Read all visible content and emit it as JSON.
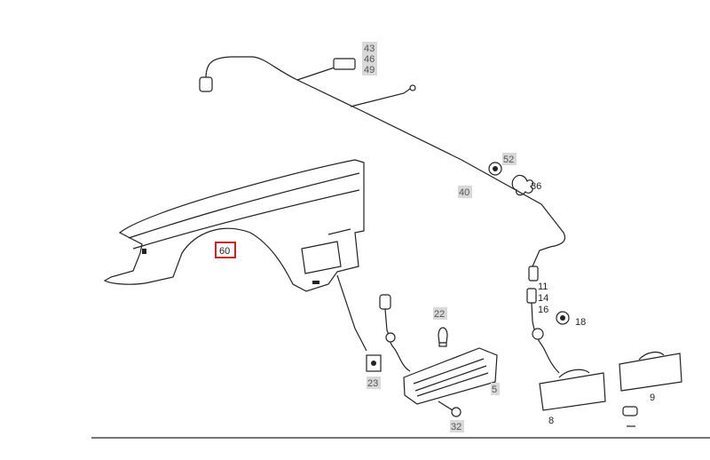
{
  "labels": {
    "l43": "43",
    "l46": "46",
    "l49": "49",
    "l52": "52",
    "l36": "36",
    "l40": "40",
    "l60": "60",
    "l22": "22",
    "l23": "23",
    "l5": "5",
    "l32": "32",
    "l11": "11",
    "l14": "14",
    "l16": "16",
    "l18": "18",
    "l8": "8",
    "l9": "9"
  },
  "colors": {
    "highlight": "#cc2222",
    "tag_fill": "#d9d9d9",
    "ink": "#222222"
  }
}
